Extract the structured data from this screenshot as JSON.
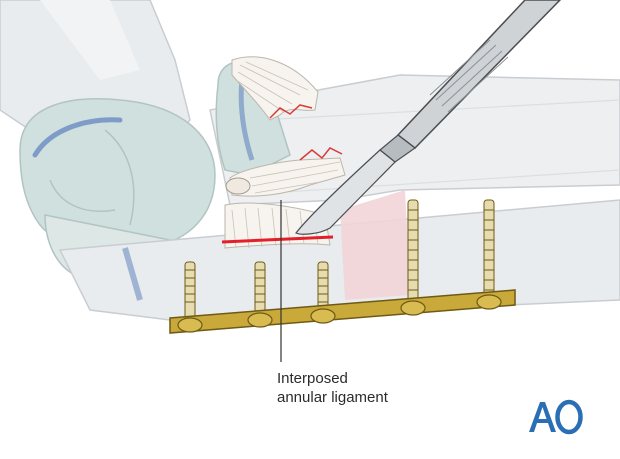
{
  "figure": {
    "callout": {
      "line1": "Interposed",
      "line2": "annular ligament"
    },
    "logo_text": "AO"
  },
  "colors": {
    "bone_fill": "#e9ecee",
    "bone_outline": "#c9cdd1",
    "cartilage": "#cfe0de",
    "cartilage_outline": "#b2c4c2",
    "articular_line": "#7f9cc8",
    "fracture_zone": "#f2d5d7",
    "incision_line": "#e2202a",
    "plate": "#c9a93a",
    "plate_outline": "#6e5a14",
    "screw": "#e6dcb0",
    "scalpel_handle": "#cfd3d6",
    "scalpel_outline": "#4a4e52",
    "ligament": "#f7f3ee",
    "ligament_red": "#d93a3a",
    "logo_blue": "#2a6fb5"
  },
  "icons": [
    "scalpel-icon",
    "ao-logo"
  ]
}
